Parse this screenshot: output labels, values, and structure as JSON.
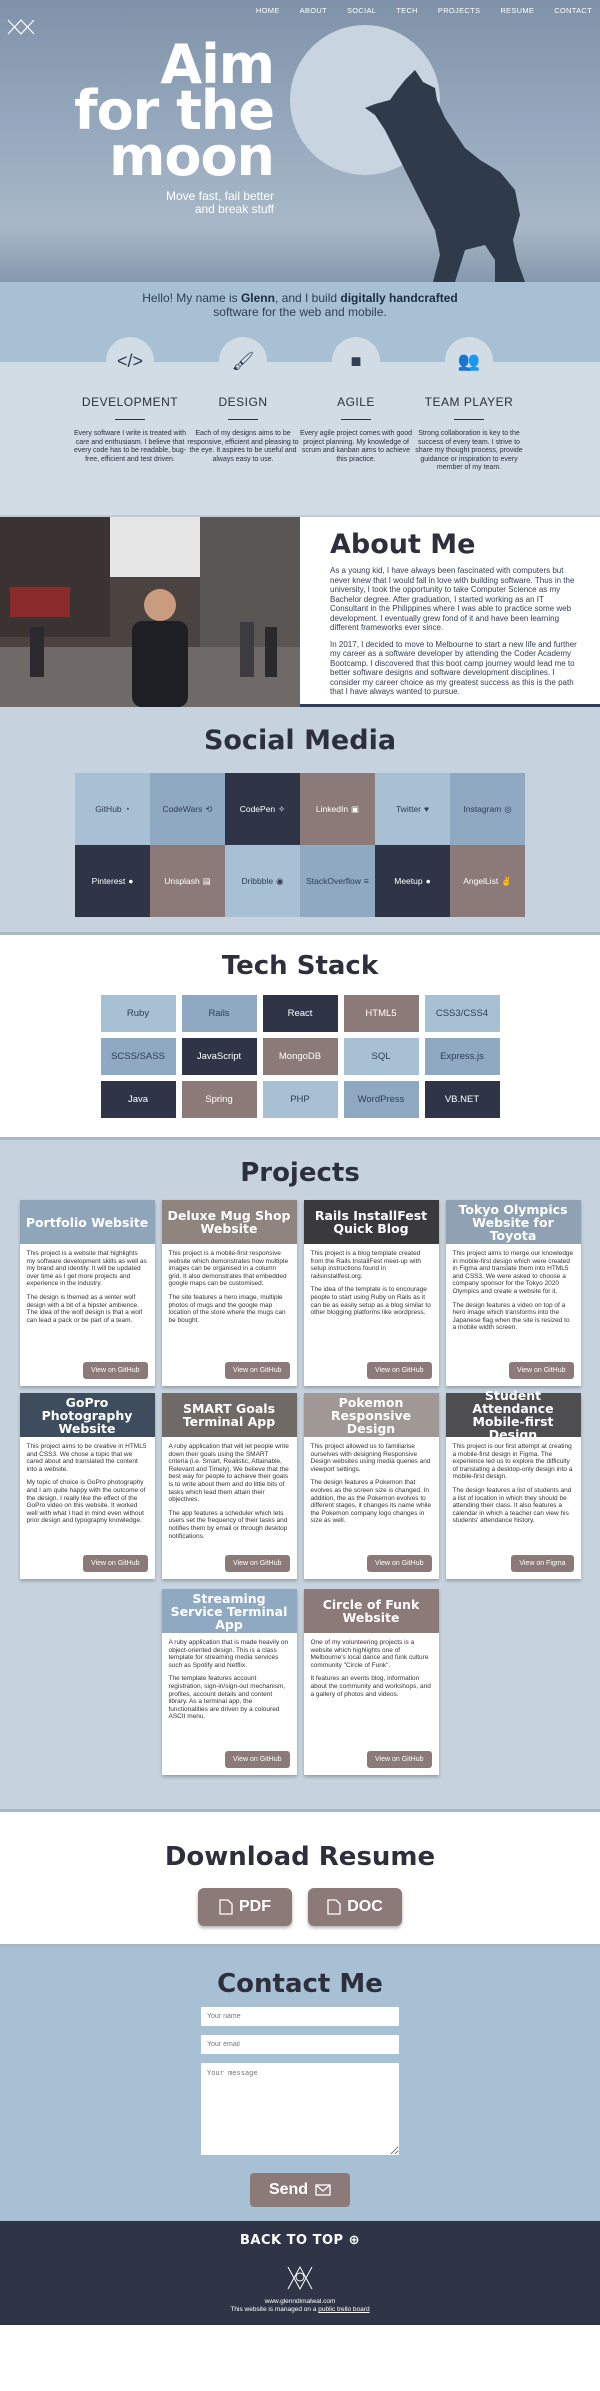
{
  "nav": {
    "items": [
      "HOME",
      "ABOUT",
      "SOCIAL",
      "TECH",
      "PROJECTS",
      "RESUME",
      "CONTACT"
    ]
  },
  "hero": {
    "title_line1": "Aim",
    "title_line2": "for the",
    "title_line3": "moon",
    "tagline_line1": "Move fast, fail better",
    "tagline_line2": "and break stuff"
  },
  "intro": {
    "pre": "Hello! My name is ",
    "name": "Glenn",
    "mid": ", and I build ",
    "highlight": "digitally handcrafted",
    "line2": "software for the web and mobile."
  },
  "skills": [
    {
      "icon": "code-icon",
      "glyph": "</>",
      "title": "DEVELOPMENT",
      "text": "Every software I write is treated with care and enthusiasm. I believe that every code has to be readable, bug-free, efficient and test driven."
    },
    {
      "icon": "brush-icon",
      "glyph": "🖌",
      "title": "DESIGN",
      "text": "Each of my designs aims to be responsive, efficient and pleasing to the eye. It aspires to be useful and always easy to use."
    },
    {
      "icon": "square-icon",
      "glyph": "■",
      "title": "AGILE",
      "text": "Every agile project comes with good project planning. My knowledge of scrum and kanban aims to achieve this practice."
    },
    {
      "icon": "team-icon",
      "glyph": "👥",
      "title": "TEAM PLAYER",
      "text": "Strong collaboration is key to the success of every team. I strive to share my thought process, provide guidance or inspiration to every member of my team."
    }
  ],
  "about": {
    "title": "About Me",
    "p1": "As a young kid, I have always been fascinated with computers but never knew that I would fall in love with building software. Thus in the university, I took the opportunity to take Computer Science as my Bachelor degree. After graduation, I started working as an IT Consultant in the Philippines where I was able to practice some web development. I eventually grew fond of it and have been learning different frameworks ever since.",
    "p2": "In 2017, I decided to move to Melbourne to start a new life and further my career as a software developer by attending the Coder Academy Bootcamp. I discovered that this boot camp journey would lead me to better software designs and software development disciplines. I consider my career choice as my greatest success as this is the path that I have always wanted to pursue."
  },
  "social": {
    "title": "Social Media",
    "items": [
      {
        "label": "GitHub",
        "glyph": "◔",
        "bg": "#a8c0d4",
        "fg": "#2f3e55"
      },
      {
        "label": "CodeWars",
        "glyph": "⟲",
        "bg": "#8fa9c2",
        "fg": "#2f3e55"
      },
      {
        "label": "CodePen",
        "glyph": "✧",
        "bg": "#2f3547",
        "fg": "#ffffff"
      },
      {
        "label": "LinkedIn",
        "glyph": "▣",
        "bg": "#8b7a78",
        "fg": "#ffffff"
      },
      {
        "label": "Twitter",
        "glyph": "♥",
        "bg": "#a8c0d4",
        "fg": "#2f3e55"
      },
      {
        "label": "Instagram",
        "glyph": "◎",
        "bg": "#8fa9c2",
        "fg": "#2f3e55"
      },
      {
        "label": "Pinterest",
        "glyph": "●",
        "bg": "#2f3547",
        "fg": "#ffffff"
      },
      {
        "label": "Unsplash",
        "glyph": "▤",
        "bg": "#8b7a78",
        "fg": "#ffffff"
      },
      {
        "label": "Dribbble",
        "glyph": "◉",
        "bg": "#a8c0d4",
        "fg": "#2f3e55"
      },
      {
        "label": "StackOverflow",
        "glyph": "≡",
        "bg": "#8fa9c2",
        "fg": "#2f3e55"
      },
      {
        "label": "Meetup",
        "glyph": "●",
        "bg": "#2f3547",
        "fg": "#ffffff"
      },
      {
        "label": "AngelList",
        "glyph": "✌",
        "bg": "#8b7a78",
        "fg": "#ffffff"
      }
    ]
  },
  "tech": {
    "title": "Tech Stack",
    "items": [
      {
        "label": "Ruby",
        "bg": "#a8c0d4",
        "fg": "#2f3e55"
      },
      {
        "label": "Rails",
        "bg": "#8fa9c2",
        "fg": "#2f3e55"
      },
      {
        "label": "React",
        "bg": "#2f3547",
        "fg": "#ffffff"
      },
      {
        "label": "HTML5",
        "bg": "#8b7a78",
        "fg": "#ffffff"
      },
      {
        "label": "CSS3/CSS4",
        "bg": "#a8c0d4",
        "fg": "#2f3e55"
      },
      {
        "label": "SCSS/SASS",
        "bg": "#8fa9c2",
        "fg": "#2f3e55"
      },
      {
        "label": "JavaScript",
        "bg": "#2f3547",
        "fg": "#ffffff"
      },
      {
        "label": "MongoDB",
        "bg": "#8b7a78",
        "fg": "#ffffff"
      },
      {
        "label": "SQL",
        "bg": "#a8c0d4",
        "fg": "#2f3e55"
      },
      {
        "label": "Express.js",
        "bg": "#8fa9c2",
        "fg": "#2f3e55"
      },
      {
        "label": "Java",
        "bg": "#2f3547",
        "fg": "#ffffff"
      },
      {
        "label": "Spring",
        "bg": "#8b7a78",
        "fg": "#ffffff"
      },
      {
        "label": "PHP",
        "bg": "#a8c0d4",
        "fg": "#2f3e55"
      },
      {
        "label": "WordPress",
        "bg": "#8fa9c2",
        "fg": "#2f3e55"
      },
      {
        "label": "VB.NET",
        "bg": "#2f3547",
        "fg": "#ffffff"
      }
    ]
  },
  "projects": {
    "title": "Projects",
    "items": [
      {
        "title": "Portfolio Website",
        "bg": "#8fa5ba",
        "p1": "This project is a website that highlights my software development skills as well as my brand and identity. It will be updated over time as I get more projects and experience in the industry.",
        "p2": "The design is themed as a winter wolf design with a bit of a hipster ambience. The idea of the wolf design is that a wolf can lead a pack or be part of a team.",
        "button": "View on GitHub"
      },
      {
        "title": "Deluxe Mug Shop Website",
        "bg": "#8f857e",
        "p1": "This project is a mobile-first responsive website which demonstrates how multiple images can be organised in a column grid. It also demonstrates that embedded google maps can be customised.",
        "p2": "The site features a hero image, multiple photos of mugs and the google map location of the store where the mugs can be bought.",
        "button": "View on GitHub"
      },
      {
        "title": "Rails InstallFest Quick Blog",
        "bg": "#3a3a3c",
        "p1": "This project is a blog template created from the Rails InstallFest meet-up with setup instructions found in railsinstallfest.org.",
        "p2": "The idea of the template is to encourage people to start using Ruby on Rails as it can be as easily setup as a blog similar to other blogging platforms like wordpress.",
        "button": "View on GitHub"
      },
      {
        "title": "Tokyo Olympics Website for Toyota",
        "bg": "#8fa1b3",
        "p1": "This project aims to merge our knowledge in mobile-first design which were created in Figma and translate them into HTML5 and CSS3. We were asked to choose a company sponsor for the Tokyo 2020 Olympics and create a website for it.",
        "p2": "The design features a video on top of a hero image which transforms into the Japanese flag when the site is resized to a mobile width screen.",
        "button": "View on GitHub"
      },
      {
        "title": "GoPro Photography Website",
        "bg": "#3e4d5e",
        "p1": "This project aims to be creative in HTML5 and CSS3. We chose a topic that we cared about and translated the content into a website.",
        "p2": "My topic of choice is GoPro photography and I am quite happy with the outcome of the design. I really like the effect of the GoPro video on this website. It worked well with what I had in mind even without prior design and typography knowledge.",
        "button": "View on GitHub"
      },
      {
        "title": "SMART Goals Terminal App",
        "bg": "#6f6a66",
        "p1": "A ruby application that will let people write down their goals using the SMART criteria (i.e. Smart, Realistic, Attainable, Relevant and Timely). We believe that the best way for people to achieve their goals is to write about them and do little bits of tasks which lead them attain their objectives.",
        "p2": "The app features a scheduler which lets users set the frequency of their tasks and notifies them by email or through desktop notifications.",
        "button": "View on GitHub"
      },
      {
        "title": "Pokemon Responsive Design",
        "bg": "#a09894",
        "p1": "This project allowed us to familiarise ourselves with designing Responsive Design websites using media queries and viewport settings.",
        "p2": "The design features a Pokemon that evolves as the screen size is changed. In addition, the as the Pokemon evolves to different stages, it changes its name while the Pokemon company logo changes in size as well.",
        "button": "View on GitHub"
      },
      {
        "title": "Student Attendance Mobile-first Design",
        "bg": "#4e4e50",
        "p1": "This project is our first attempt at creating a mobile-first design in Figma. The experience led us to explore the difficulty of translating a desktop-only design into a mobile-first design.",
        "p2": "The design features a list of students and a list of location in which they should be attending their class. It also features a calendar in which a teacher can view his students' attendance history.",
        "button": "View on Figma"
      },
      {
        "title": "Streaming Service Terminal App",
        "bg": "#8fa9c2",
        "p1": "A ruby application that is made heavily on object-oriented design. This is a class template for streaming media services such as Spotify and Netflix.",
        "p2": "The template features account registration, sign-in/sign-out mechanism, profiles, account details and content library. As a terminal app, the functionalities are driven by a coloured ASCII menu.",
        "button": "View on GitHub"
      },
      {
        "title": "Circle of Funk Website",
        "bg": "#8b7a78",
        "p1": "One of my volunteering projects is a website which highlights one of Melbourne's local dance and funk culture community \"Circle of Funk\".",
        "p2": "It features an events blog, information about the community and workshops, and a gallery of photos and videos.",
        "button": "View on GitHub"
      }
    ]
  },
  "resume": {
    "title": "Download Resume",
    "pdf": "PDF",
    "doc": "DOC"
  },
  "contact": {
    "title": "Contact Me",
    "name_placeholder": "Your name",
    "email_placeholder": "Your email",
    "message_placeholder": "Your message",
    "send": "Send"
  },
  "footer": {
    "back": "BACK TO TOP",
    "site": "www.glenndimalwal.com",
    "managed_pre": "This website is managed on a ",
    "managed_link": "public trello board"
  },
  "colors": {
    "navy": "#2f3547",
    "taupe": "#8b7a78",
    "sky": "#a8c0d4",
    "steel": "#8fa9c2"
  }
}
